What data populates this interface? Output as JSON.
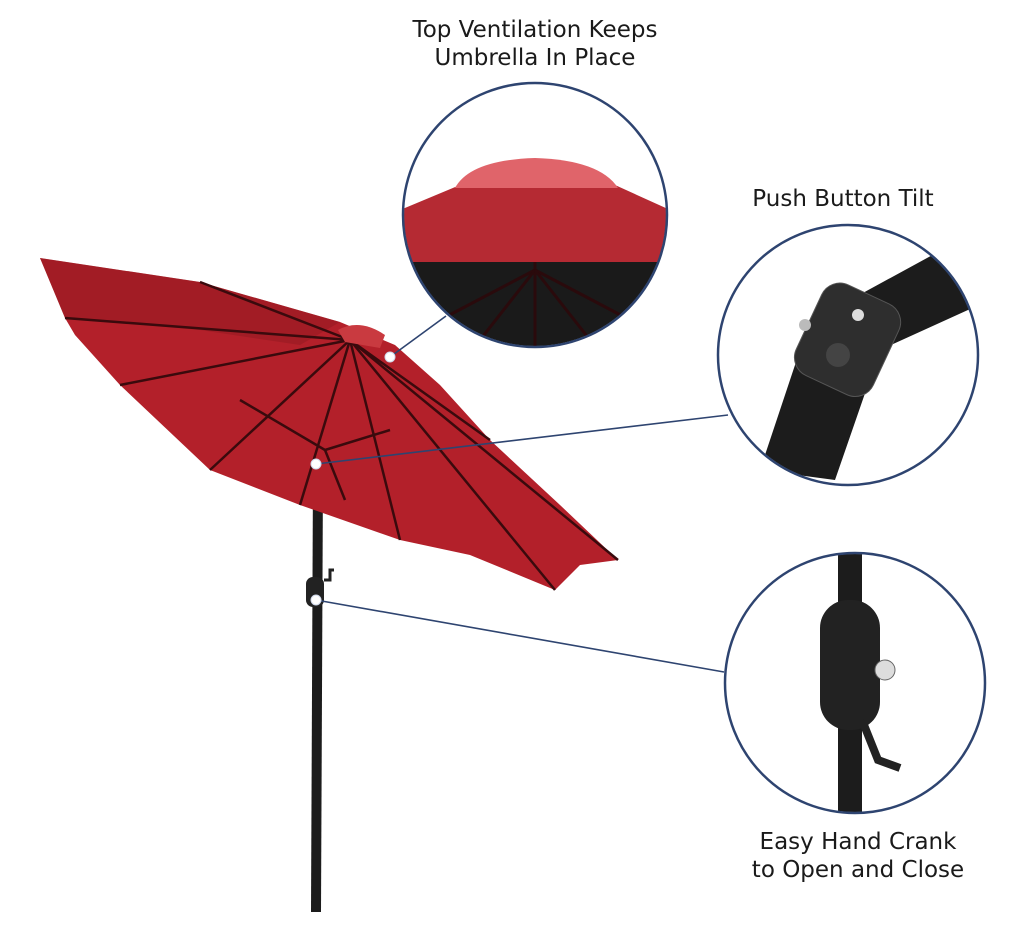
{
  "callouts": {
    "ventilation": {
      "line1": "Top Ventilation Keeps",
      "line2": "Umbrella In Place"
    },
    "tilt": {
      "line1": "Push Button Tilt"
    },
    "crank": {
      "line1": "Easy Hand Crank",
      "line2": "to Open and Close"
    }
  },
  "colors": {
    "canopy": "#b3202a",
    "canopy_dark": "#8e1820",
    "frame": "#1c1c1c",
    "callout_ring": "#2e4470"
  }
}
